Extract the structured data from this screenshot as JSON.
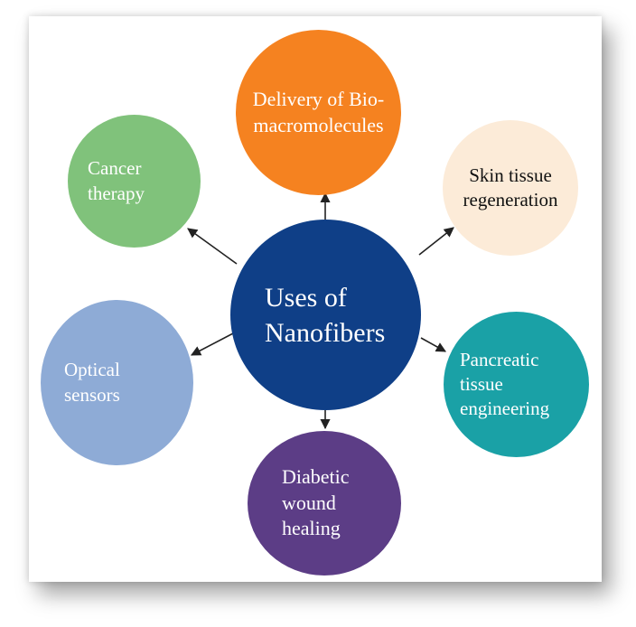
{
  "diagram": {
    "center": {
      "label": "Uses of\nNanofibers",
      "color": "#0f3f87",
      "text_color": "#ffffff"
    },
    "nodes": [
      {
        "id": "delivery",
        "label": "Delivery of Bio-\nmacromolecules",
        "color": "#f58220",
        "text_color": "#ffffff"
      },
      {
        "id": "cancer",
        "label": "Cancer\ntherapy",
        "color": "#80c27b",
        "text_color": "#ffffff"
      },
      {
        "id": "skin",
        "label": "Skin tissue\nregeneration",
        "color": "#fcebd8",
        "text_color": "#111111"
      },
      {
        "id": "optical",
        "label": "Optical\nsensors",
        "color": "#8eabd6",
        "text_color": "#ffffff"
      },
      {
        "id": "pancreas",
        "label": "Pancreatic\ntissue\nengineering",
        "color": "#1aa1a6",
        "text_color": "#ffffff"
      },
      {
        "id": "diabetic",
        "label": "Diabetic\nwound\nhealing",
        "color": "#5c3d86",
        "text_color": "#ffffff"
      }
    ],
    "arrow_color": "#222222"
  }
}
